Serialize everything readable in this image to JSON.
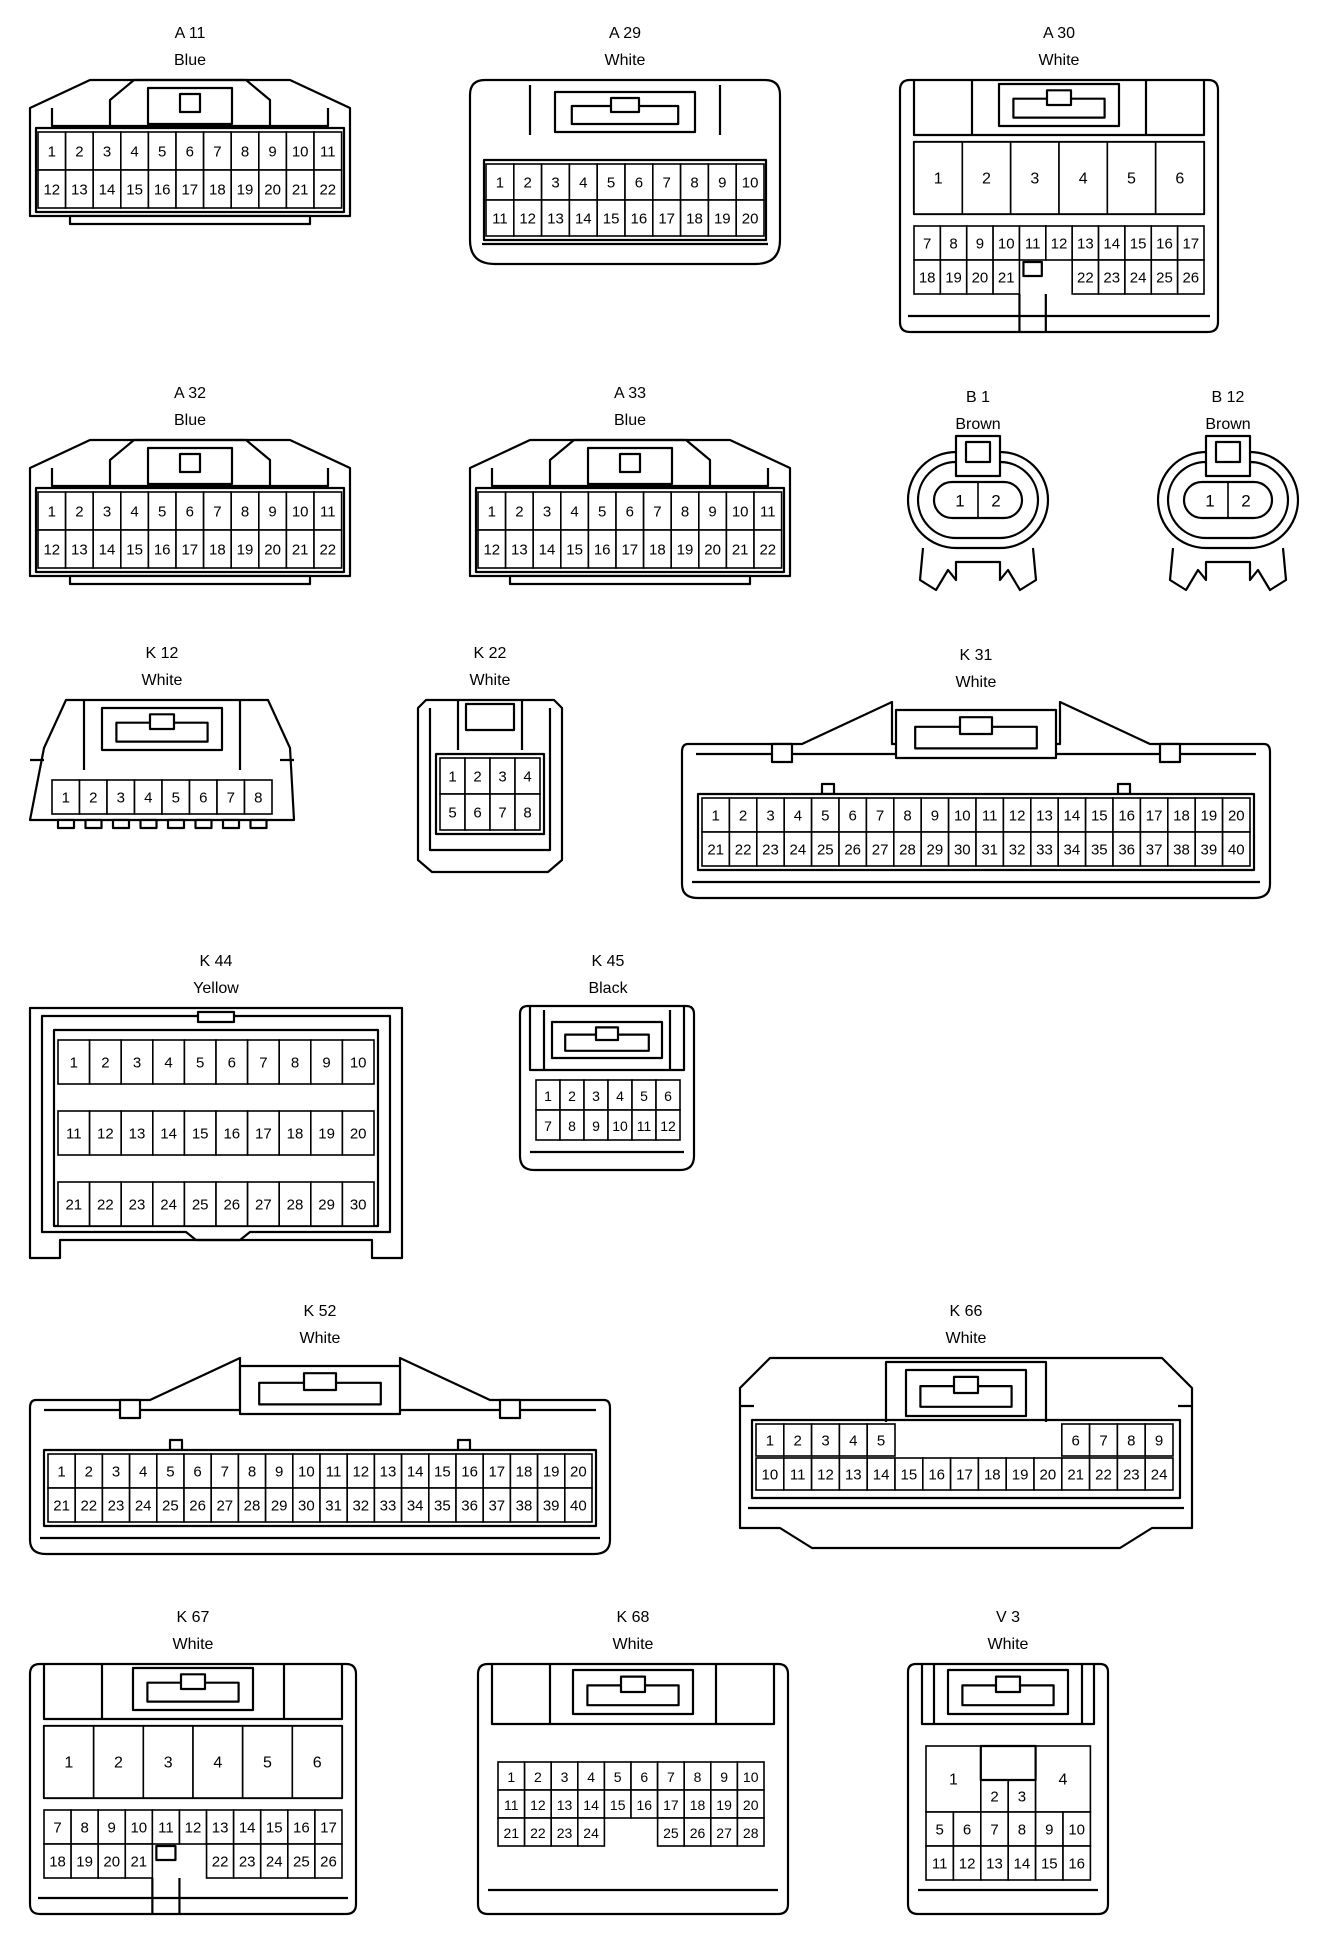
{
  "connectors": [
    {
      "id": "A11",
      "label": "A 11",
      "color": "Blue",
      "rows": [
        [
          "1",
          "2",
          "3",
          "4",
          "5",
          "6",
          "7",
          "8",
          "9",
          "10",
          "11"
        ],
        [
          "12",
          "13",
          "14",
          "15",
          "16",
          "17",
          "18",
          "19",
          "20",
          "21",
          "22"
        ]
      ]
    },
    {
      "id": "A29",
      "label": "A 29",
      "color": "White",
      "rows": [
        [
          "1",
          "2",
          "3",
          "4",
          "5",
          "6",
          "7",
          "8",
          "9",
          "10"
        ],
        [
          "11",
          "12",
          "13",
          "14",
          "15",
          "16",
          "17",
          "18",
          "19",
          "20"
        ]
      ]
    },
    {
      "id": "A30",
      "label": "A 30",
      "color": "White",
      "rows": [
        [
          "1",
          "2",
          "3",
          "4",
          "5",
          "6"
        ],
        [
          "7",
          "8",
          "9",
          "10",
          "11",
          "12",
          "13",
          "14",
          "15",
          "16",
          "17"
        ],
        [
          "18",
          "19",
          "20",
          "21",
          "",
          "22",
          "23",
          "24",
          "25",
          "26"
        ]
      ]
    },
    {
      "id": "A32",
      "label": "A 32",
      "color": "Blue",
      "rows": [
        [
          "1",
          "2",
          "3",
          "4",
          "5",
          "6",
          "7",
          "8",
          "9",
          "10",
          "11"
        ],
        [
          "12",
          "13",
          "14",
          "15",
          "16",
          "17",
          "18",
          "19",
          "20",
          "21",
          "22"
        ]
      ]
    },
    {
      "id": "A33",
      "label": "A 33",
      "color": "Blue",
      "rows": [
        [
          "1",
          "2",
          "3",
          "4",
          "5",
          "6",
          "7",
          "8",
          "9",
          "10",
          "11"
        ],
        [
          "12",
          "13",
          "14",
          "15",
          "16",
          "17",
          "18",
          "19",
          "20",
          "21",
          "22"
        ]
      ]
    },
    {
      "id": "B1",
      "label": "B 1",
      "color": "Brown",
      "rows": [
        [
          "1",
          "2"
        ]
      ]
    },
    {
      "id": "B12",
      "label": "B 12",
      "color": "Brown",
      "rows": [
        [
          "1",
          "2"
        ]
      ]
    },
    {
      "id": "K12",
      "label": "K 12",
      "color": "White",
      "rows": [
        [
          "1",
          "2",
          "3",
          "4",
          "5",
          "6",
          "7",
          "8"
        ]
      ]
    },
    {
      "id": "K22",
      "label": "K 22",
      "color": "White",
      "rows": [
        [
          "1",
          "2",
          "3",
          "4"
        ],
        [
          "5",
          "6",
          "7",
          "8"
        ]
      ]
    },
    {
      "id": "K31",
      "label": "K 31",
      "color": "White",
      "rows": [
        [
          "1",
          "2",
          "3",
          "4",
          "5",
          "6",
          "7",
          "8",
          "9",
          "10",
          "11",
          "12",
          "13",
          "14",
          "15",
          "16",
          "17",
          "18",
          "19",
          "20"
        ],
        [
          "21",
          "22",
          "23",
          "24",
          "25",
          "26",
          "27",
          "28",
          "29",
          "30",
          "31",
          "32",
          "33",
          "34",
          "35",
          "36",
          "37",
          "38",
          "39",
          "40"
        ]
      ]
    },
    {
      "id": "K44",
      "label": "K 44",
      "color": "Yellow",
      "rows": [
        [
          "1",
          "2",
          "3",
          "4",
          "5",
          "6",
          "7",
          "8",
          "9",
          "10"
        ],
        [
          "11",
          "12",
          "13",
          "14",
          "15",
          "16",
          "17",
          "18",
          "19",
          "20"
        ],
        [
          "21",
          "22",
          "23",
          "24",
          "25",
          "26",
          "27",
          "28",
          "29",
          "30"
        ]
      ]
    },
    {
      "id": "K45",
      "label": "K 45",
      "color": "Black",
      "rows": [
        [
          "1",
          "2",
          "3",
          "4",
          "5",
          "6"
        ],
        [
          "7",
          "8",
          "9",
          "10",
          "11",
          "12"
        ]
      ]
    },
    {
      "id": "K52",
      "label": "K 52",
      "color": "White",
      "rows": [
        [
          "1",
          "2",
          "3",
          "4",
          "5",
          "6",
          "7",
          "8",
          "9",
          "10",
          "11",
          "12",
          "13",
          "14",
          "15",
          "16",
          "17",
          "18",
          "19",
          "20"
        ],
        [
          "21",
          "22",
          "23",
          "24",
          "25",
          "26",
          "27",
          "28",
          "29",
          "30",
          "31",
          "32",
          "33",
          "34",
          "35",
          "36",
          "37",
          "38",
          "39",
          "40"
        ]
      ]
    },
    {
      "id": "K66",
      "label": "K 66",
      "color": "White",
      "rows": [
        [
          "1",
          "2",
          "3",
          "4",
          "5",
          "6",
          "7",
          "8",
          "9"
        ],
        [
          "10",
          "11",
          "12",
          "13",
          "14",
          "15",
          "16",
          "17",
          "18",
          "19",
          "20",
          "21",
          "22",
          "23",
          "24"
        ]
      ]
    },
    {
      "id": "K67",
      "label": "K 67",
      "color": "White",
      "rows": [
        [
          "1",
          "2",
          "3",
          "4",
          "5",
          "6"
        ],
        [
          "7",
          "8",
          "9",
          "10",
          "11",
          "12",
          "13",
          "14",
          "15",
          "16",
          "17"
        ],
        [
          "18",
          "19",
          "20",
          "21",
          "",
          "22",
          "23",
          "24",
          "25",
          "26"
        ]
      ]
    },
    {
      "id": "K68",
      "label": "K 68",
      "color": "White",
      "rows": [
        [
          "1",
          "2",
          "3",
          "4",
          "5",
          "6",
          "7",
          "8",
          "9",
          "10"
        ],
        [
          "11",
          "12",
          "13",
          "14",
          "15",
          "16",
          "17",
          "18",
          "19",
          "20"
        ],
        [
          "21",
          "22",
          "23",
          "24",
          "",
          "25",
          "26",
          "27",
          "28"
        ]
      ]
    },
    {
      "id": "V3",
      "label": "V 3",
      "color": "White",
      "rows": [
        [
          "1",
          "2",
          "3",
          "4"
        ],
        [
          "5",
          "6",
          "7",
          "8",
          "9",
          "10"
        ],
        [
          "11",
          "12",
          "13",
          "14",
          "15",
          "16"
        ]
      ]
    }
  ]
}
